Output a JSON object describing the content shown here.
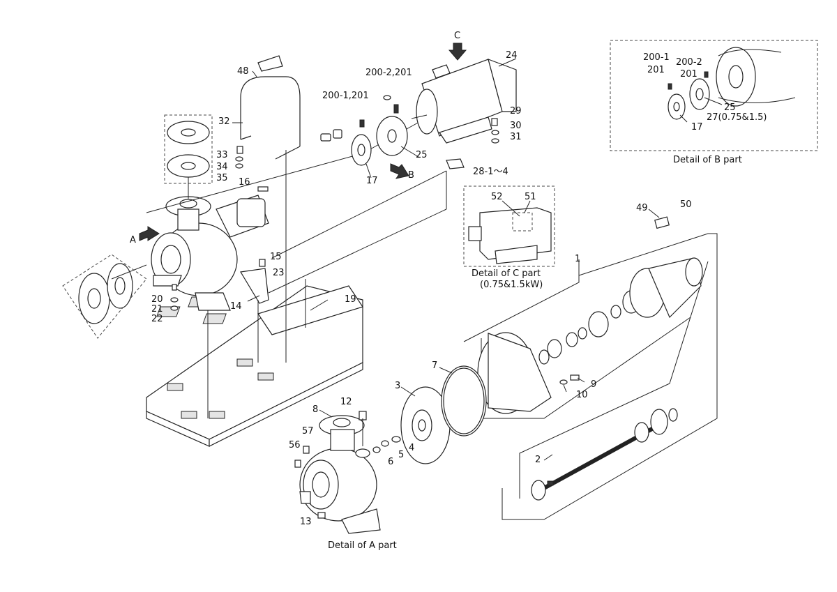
{
  "view_labels": {
    "A": "A",
    "B": "B",
    "C": "C"
  },
  "parts": {
    "p1": "1",
    "p2": "2",
    "p3": "3",
    "p4": "4",
    "p5": "5",
    "p6": "6",
    "p7": "7",
    "p8": "8",
    "p9": "9",
    "p10": "10",
    "p12": "12",
    "p13": "13",
    "p14": "14",
    "p15": "15",
    "p16": "16",
    "p17": "17",
    "p17b": "17",
    "p19": "19",
    "p20": "20",
    "p21": "21",
    "p22": "22",
    "p23": "23",
    "p24": "24",
    "p25": "25",
    "p25b": "25",
    "p27": "27(0.75&1.5)",
    "p28": "28-1～4",
    "p29": "29",
    "p30": "30",
    "p31": "31",
    "p32": "32",
    "p33": "33",
    "p34": "34",
    "p35": "35",
    "p48": "48",
    "p49": "49",
    "p50": "50",
    "p51": "51",
    "p52": "52",
    "p56": "56",
    "p57": "57",
    "p200_1_201": "200-1,201",
    "p200_2_201": "200-2,201",
    "p200_1": "200-1",
    "p200_2": "200-2",
    "p201a": "201",
    "p201b": "201"
  },
  "captions": {
    "detail_a": "Detail of A part",
    "detail_b": "Detail of B part",
    "detail_c_line1": "Detail of C part",
    "detail_c_line2": "(0.75&1.5kW)"
  }
}
